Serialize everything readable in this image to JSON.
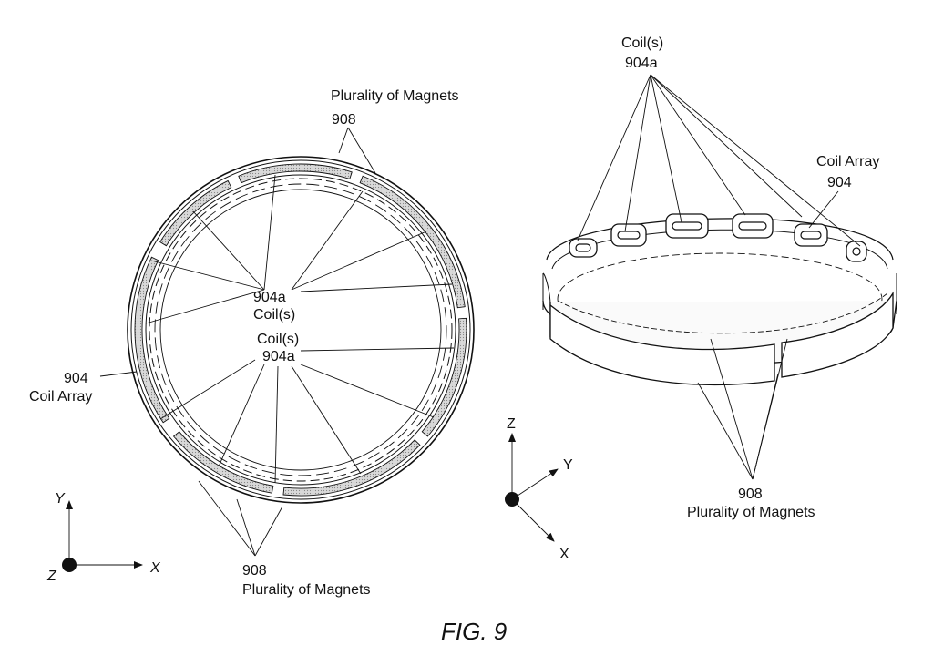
{
  "figure": {
    "caption": "FIG. 9",
    "top_view": {
      "magnets_top_label": "Plurality of Magnets",
      "magnets_top_ref": "908",
      "coils_upper_ref": "904a",
      "coils_upper_label": "Coil(s)",
      "coils_lower_label": "Coil(s)",
      "coils_lower_ref": "904a",
      "coil_array_ref": "904",
      "coil_array_label": "Coil Array",
      "magnets_bottom_ref": "908",
      "magnets_bottom_label": "Plurality of Magnets",
      "axes": {
        "y": "Y",
        "z": "Z",
        "x": "X"
      }
    },
    "perspective_view": {
      "coils_label": "Coil(s)",
      "coils_ref": "904a",
      "coil_array_label": "Coil Array",
      "coil_array_ref": "904",
      "magnets_ref": "908",
      "magnets_label": "Plurality of Magnets",
      "axes": {
        "z": "Z",
        "y": "Y",
        "x": "X"
      }
    }
  }
}
